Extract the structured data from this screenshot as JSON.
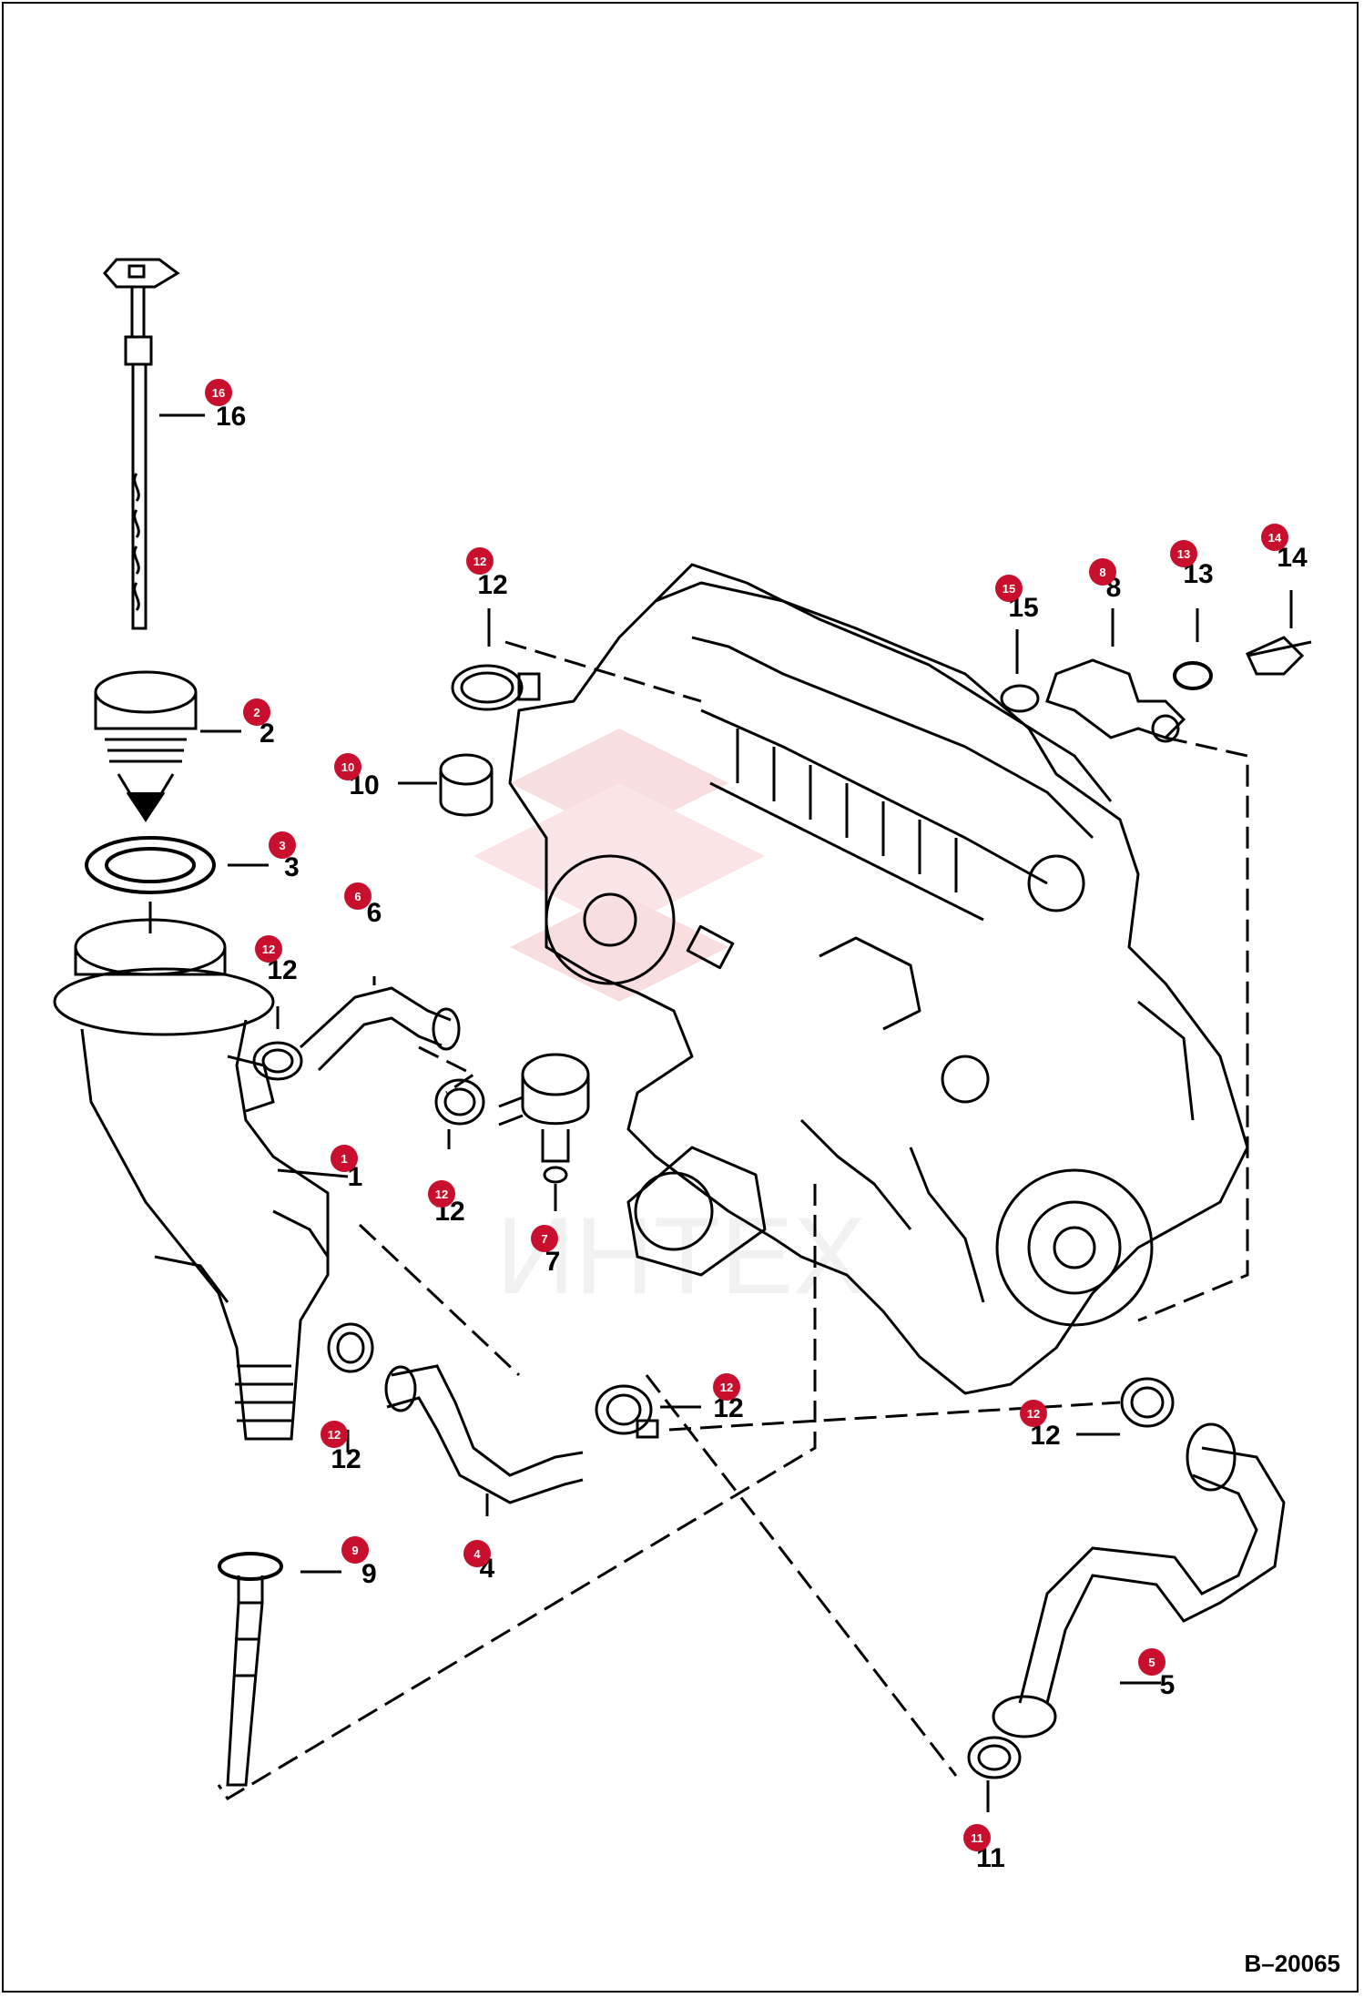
{
  "diagram": {
    "reference": "B–20065",
    "watermark": "ИНТЕХ",
    "badge_color": "#c8102e",
    "callouts": [
      {
        "id": "c16",
        "badge": "16",
        "label": "16"
      },
      {
        "id": "c2",
        "badge": "2",
        "label": "2"
      },
      {
        "id": "c3",
        "badge": "3",
        "label": "3"
      },
      {
        "id": "c6",
        "badge": "6",
        "label": "6"
      },
      {
        "id": "c12a",
        "badge": "12",
        "label": "12"
      },
      {
        "id": "c1",
        "badge": "1",
        "label": "1"
      },
      {
        "id": "c12b",
        "badge": "12",
        "label": "12"
      },
      {
        "id": "c7",
        "badge": "7",
        "label": "7"
      },
      {
        "id": "c12c",
        "badge": "12",
        "label": "12"
      },
      {
        "id": "c10",
        "badge": "10",
        "label": "10"
      },
      {
        "id": "c15",
        "badge": "15",
        "label": "15"
      },
      {
        "id": "c8",
        "badge": "8",
        "label": "8"
      },
      {
        "id": "c13",
        "badge": "13",
        "label": "13"
      },
      {
        "id": "c14",
        "badge": "14",
        "label": "14"
      },
      {
        "id": "c12d",
        "badge": "12",
        "label": "12"
      },
      {
        "id": "c4",
        "badge": "4",
        "label": "4"
      },
      {
        "id": "c12e",
        "badge": "12",
        "label": "12"
      },
      {
        "id": "c9",
        "badge": "9",
        "label": "9"
      },
      {
        "id": "c12f",
        "badge": "12",
        "label": "12"
      },
      {
        "id": "c5",
        "badge": "5",
        "label": "5"
      },
      {
        "id": "c11",
        "badge": "11",
        "label": "11"
      }
    ]
  }
}
